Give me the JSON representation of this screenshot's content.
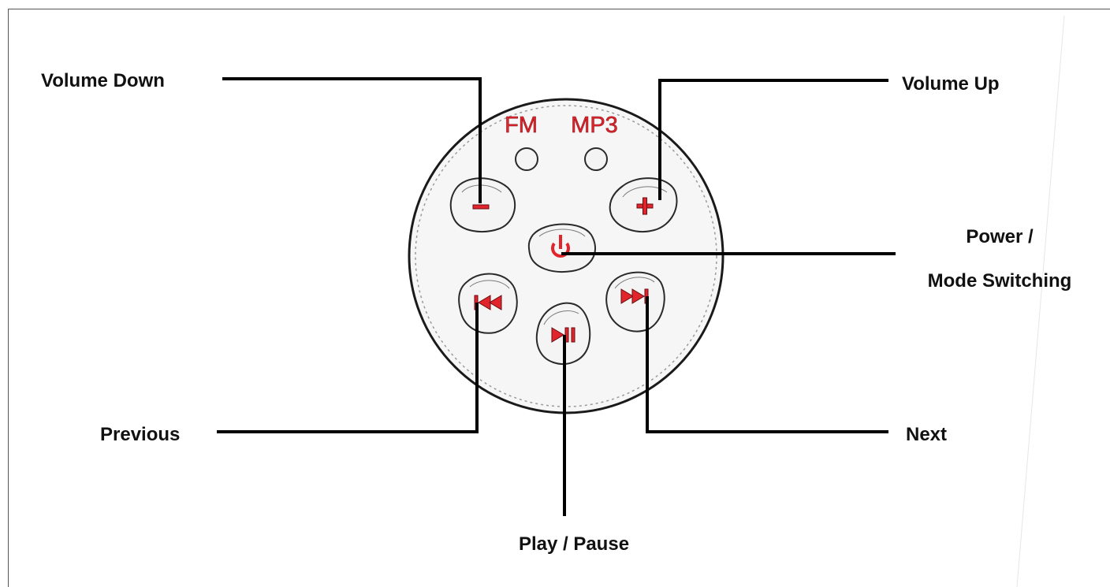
{
  "device": {
    "mode_labels": [
      "FM",
      "MP3"
    ]
  },
  "callouts": {
    "volume_down": "Volume Down",
    "volume_up": "Volume Up",
    "power_line1": "Power /",
    "power_line2": "Mode Switching",
    "previous": "Previous",
    "next": "Next",
    "play_pause": "Play / Pause"
  },
  "colors": {
    "accent": "#e0252d",
    "line": "#000000",
    "panel": "#f6f6f6"
  },
  "icons": [
    "minus-icon",
    "plus-icon",
    "power-icon",
    "previous-icon",
    "play-pause-icon",
    "next-icon"
  ]
}
